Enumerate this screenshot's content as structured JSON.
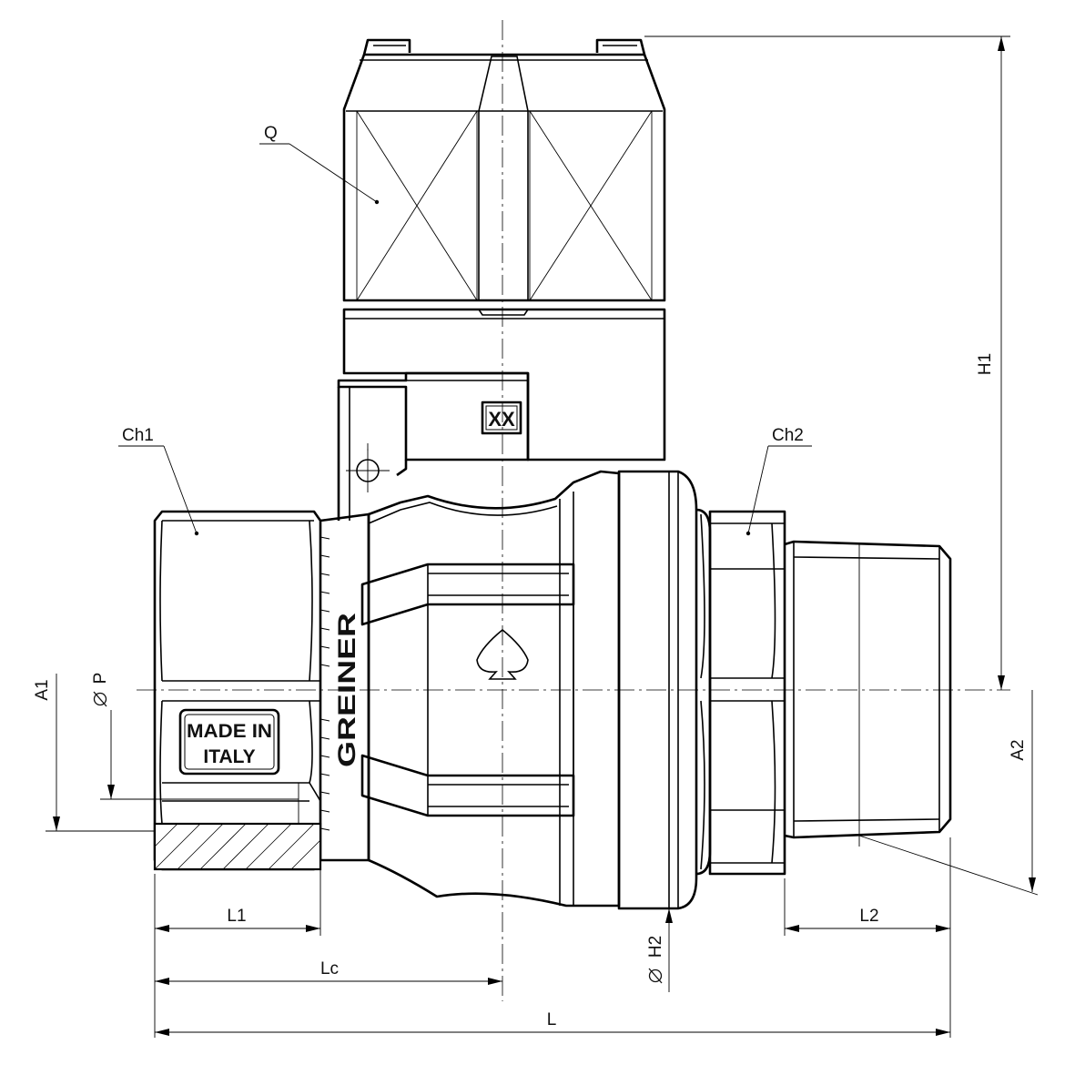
{
  "drawing": {
    "labels": {
      "q": "Q",
      "ch1": "Ch1",
      "ch2": "Ch2",
      "h1": "H1",
      "a1": "A1",
      "p": "P",
      "a2": "A2",
      "h2": "H2",
      "l1": "L1",
      "l2": "L2",
      "lc": "Lc",
      "l": "L"
    },
    "markings": {
      "made_line1": "MADE IN",
      "made_line2": "ITALY",
      "brand": "GREINER",
      "code": "XX"
    },
    "icons": {
      "diameter": "diameter-symbol",
      "logo": "spade-logo"
    }
  }
}
